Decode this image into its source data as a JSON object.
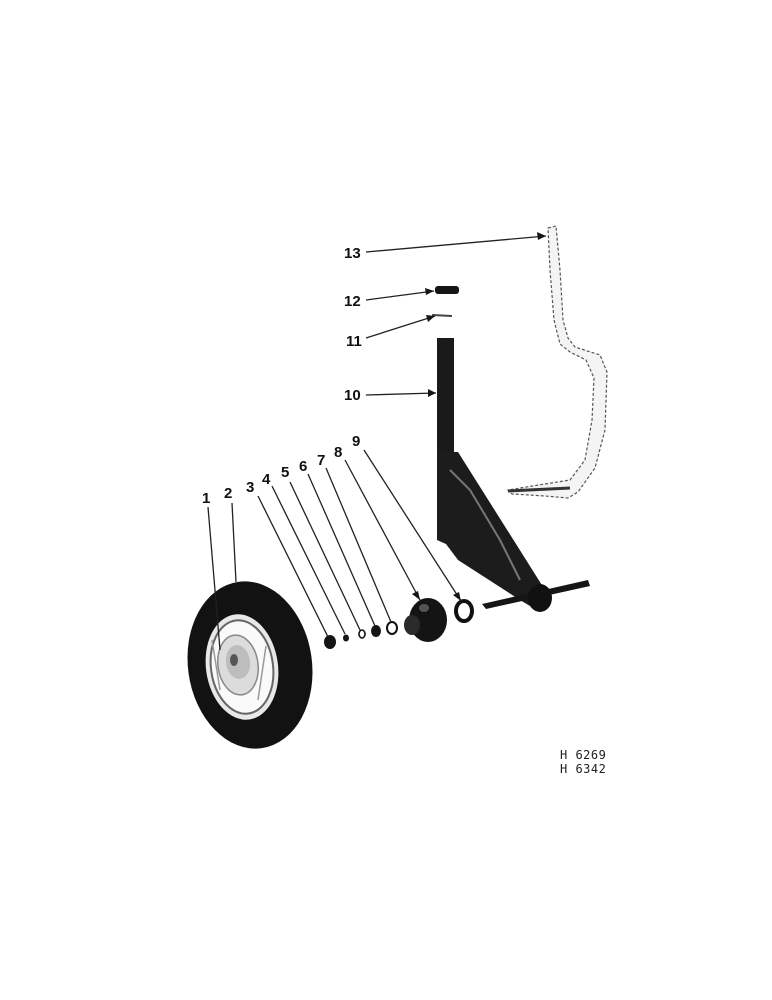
{
  "callouts": [
    "1",
    "2",
    "3",
    "4",
    "5",
    "6",
    "7",
    "8",
    "9",
    "10",
    "11",
    "12",
    "13"
  ],
  "reference_codes": [
    "H 6269",
    "H 6342"
  ]
}
